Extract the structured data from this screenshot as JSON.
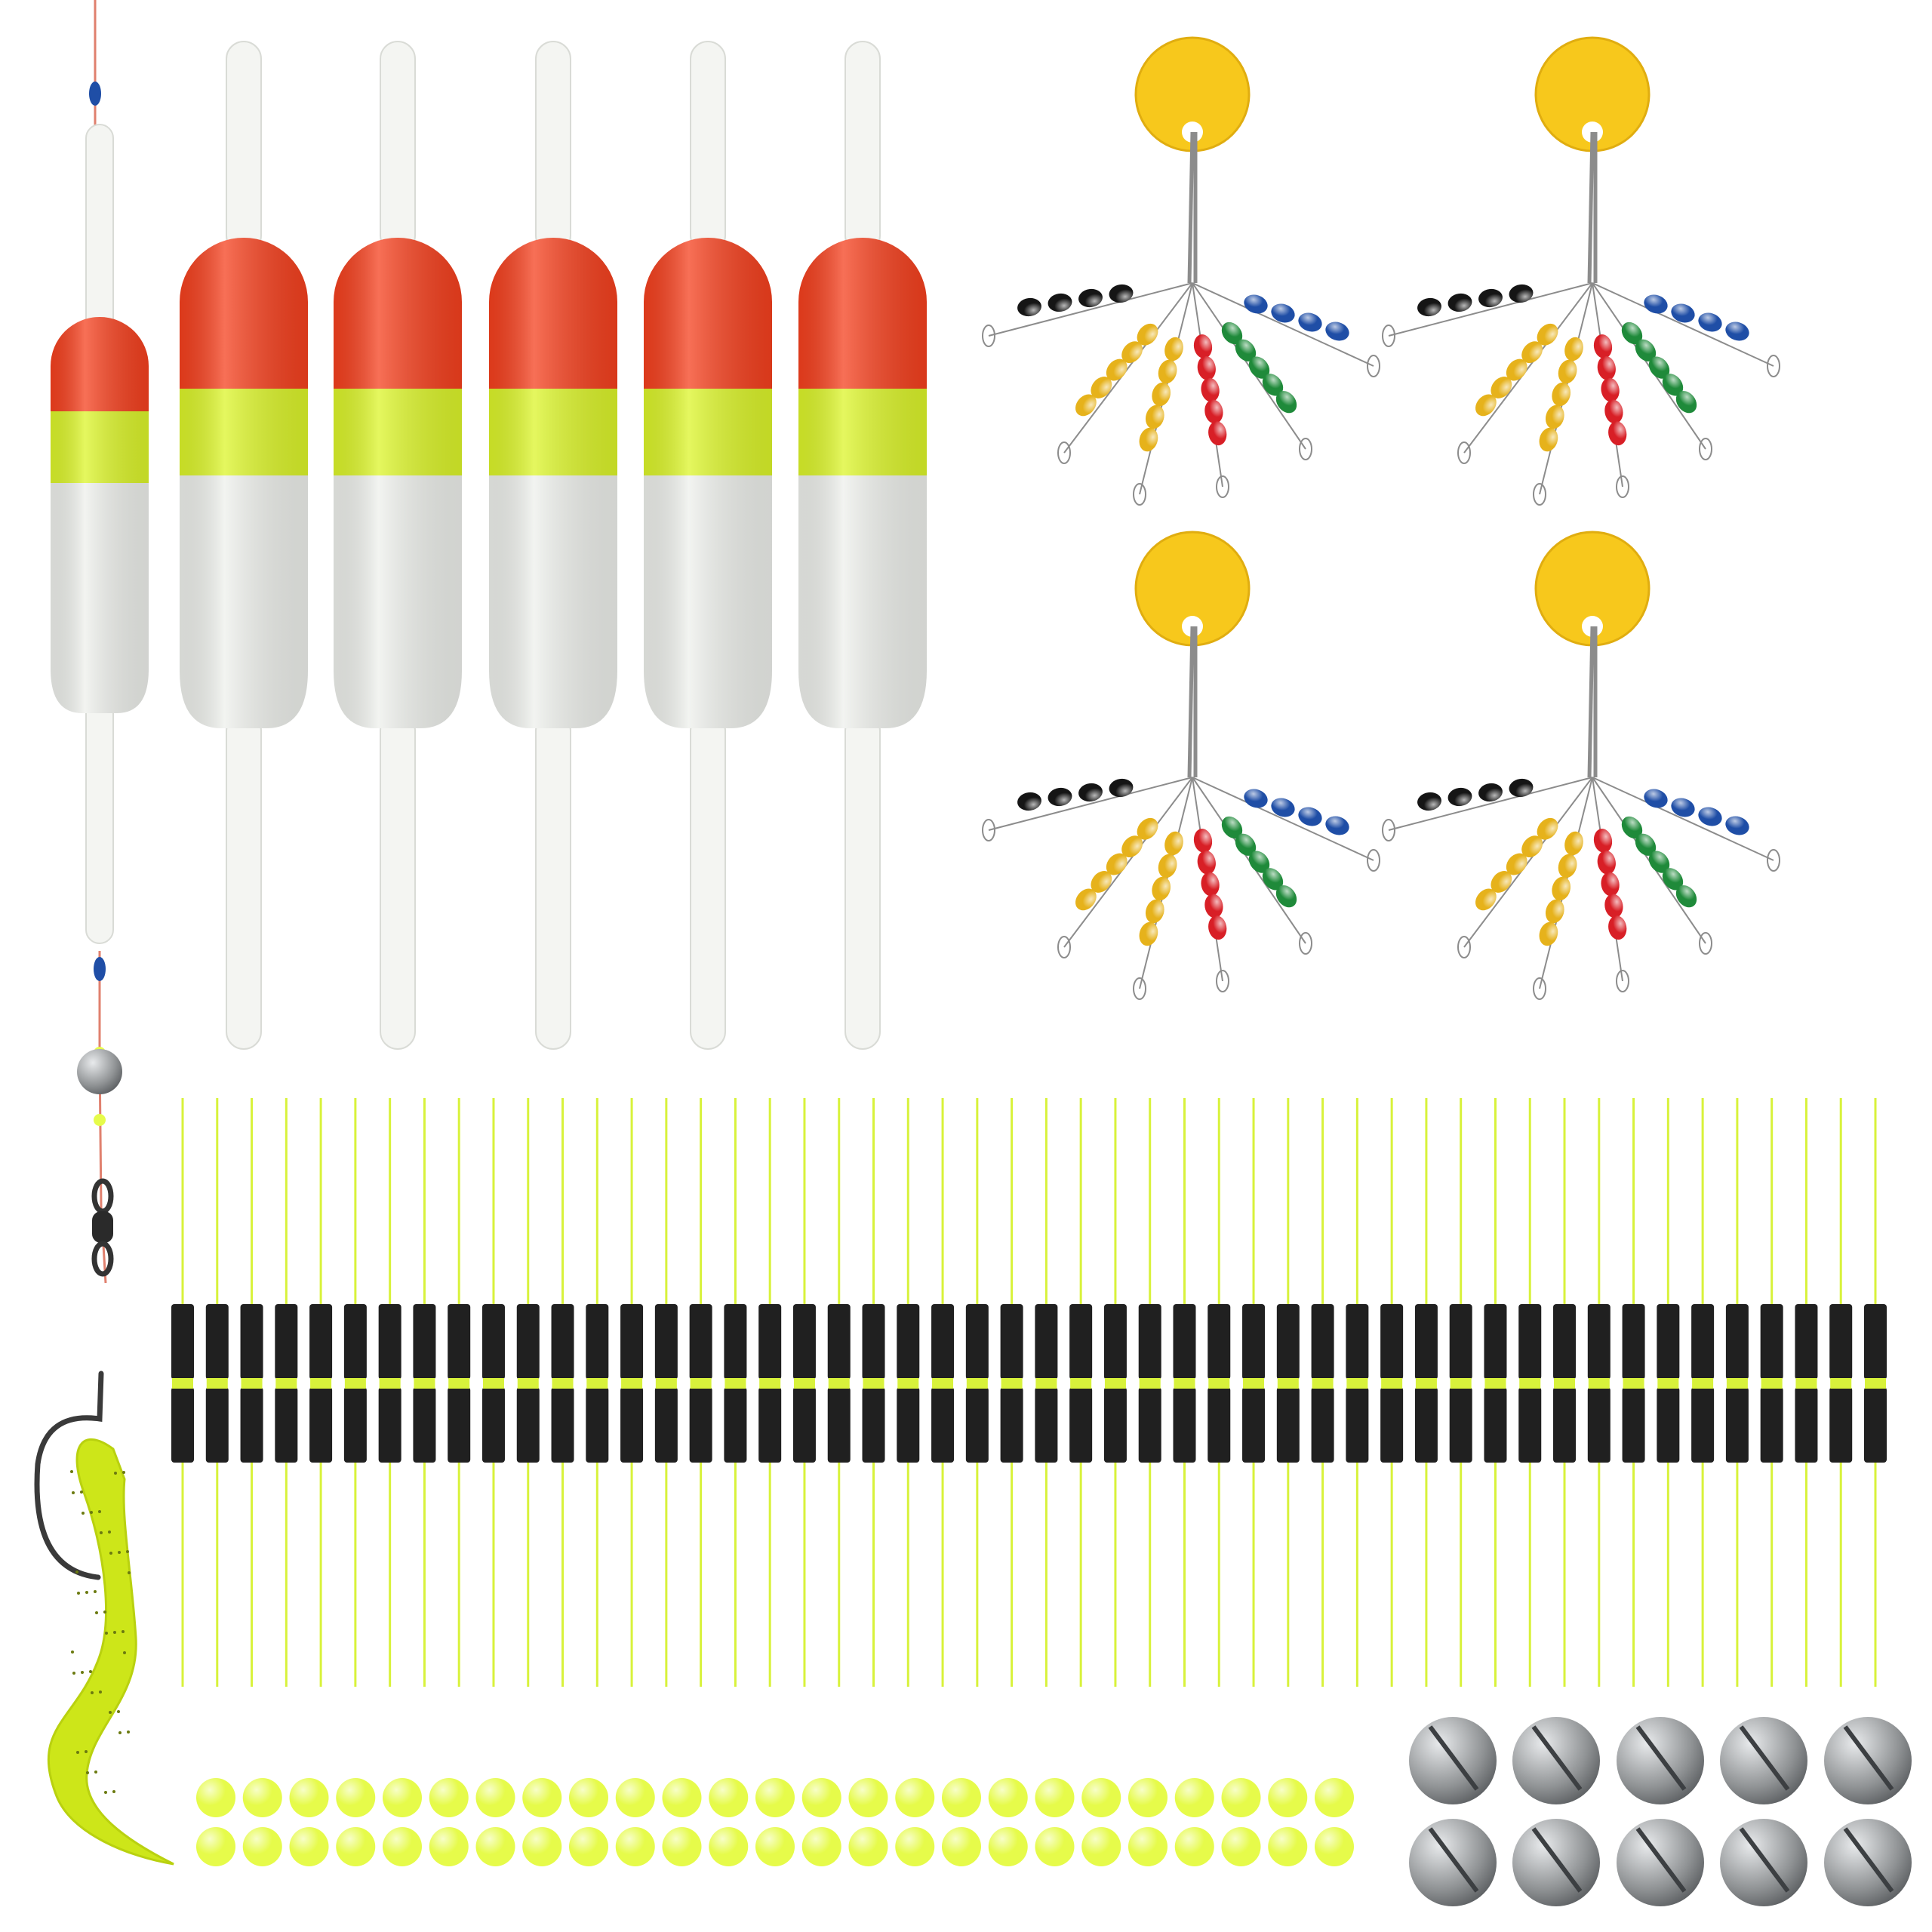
{
  "colors": {
    "background": "#ffffff",
    "float_top": "#f5401e",
    "float_band": "#dcf52a",
    "float_body": "#eef0ec",
    "float_stem": "#f4f5f2",
    "stopper_disc": "#f7c81c",
    "stopper_wire": "#8c8c8c",
    "bead_black": "#151515",
    "bead_blue": "#1f4ea6",
    "bead_gold": "#e6b21b",
    "bead_red": "#d81f26",
    "bead_green": "#1f8a3a",
    "glow_bead": "#e6fb4a",
    "glow_stick_line": "#d8f23b",
    "glow_stick_tube": "#202020",
    "sinker": "#8f9294",
    "worm_lure": "#cde619",
    "line": "#e0806e"
  },
  "items": {
    "rigged_float_count": 1,
    "spare_float_count": 5,
    "bead_stopper_count": 4,
    "stopper_strand_colors": [
      "black",
      "gold",
      "gold",
      "red",
      "green",
      "blue"
    ],
    "glow_stick_count": 50,
    "glow_bead_count": 50,
    "split_shot_count": 10
  }
}
